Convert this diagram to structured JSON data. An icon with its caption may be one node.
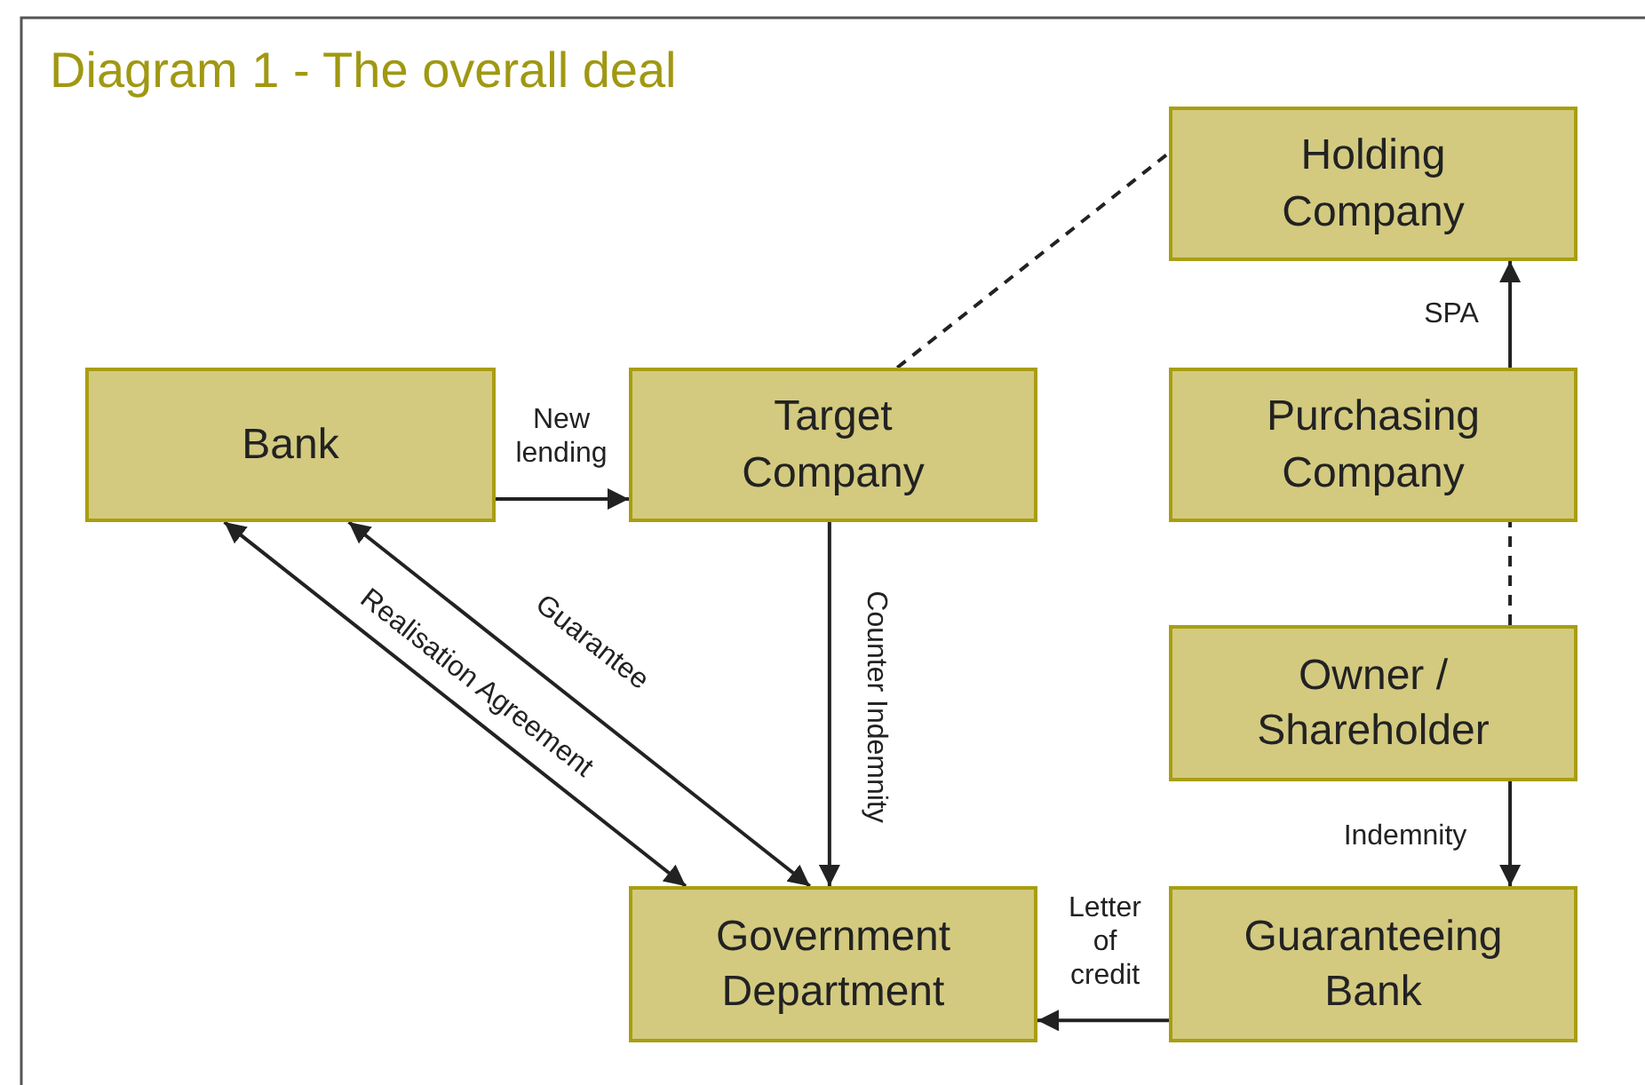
{
  "diagram": {
    "title": "Diagram 1 - The overall deal",
    "nodes": [
      {
        "text": [
          "Holding Company"
        ]
      },
      {
        "text": [
          "Bank"
        ]
      },
      {
        "text": [
          "Target Company"
        ]
      },
      {
        "text": [
          "Purchasing Company"
        ]
      },
      {
        "text": [
          "Owner / Shareholder"
        ]
      },
      {
        "text": [
          "Government Department"
        ]
      },
      {
        "text": [
          "Guaranteeing Bank"
        ]
      }
    ],
    "edges": [
      {
        "from": 2,
        "to": 0,
        "arrow": "none",
        "style": "dashed"
      },
      {
        "from": 1,
        "to": 2,
        "arrow": "to",
        "label": "New lending"
      },
      {
        "from": 3,
        "to": 0,
        "arrow": "to",
        "label": "SPA"
      },
      {
        "from": 4,
        "to": 3,
        "arrow": "none",
        "style": "dashed"
      },
      {
        "from": 1,
        "to": 5,
        "arrow": "both",
        "label": "Realisation Agreement"
      },
      {
        "from": 1,
        "to": 5,
        "arrow": "both",
        "label": "Guarantee"
      },
      {
        "from": 2,
        "to": 5,
        "arrow": "to",
        "label": "Counter Indemnity"
      },
      {
        "from": 4,
        "to": 6,
        "arrow": "to",
        "label": "Indemnity"
      },
      {
        "from": 6,
        "to": 5,
        "arrow": "to",
        "label": "Letter of credit"
      }
    ]
  }
}
